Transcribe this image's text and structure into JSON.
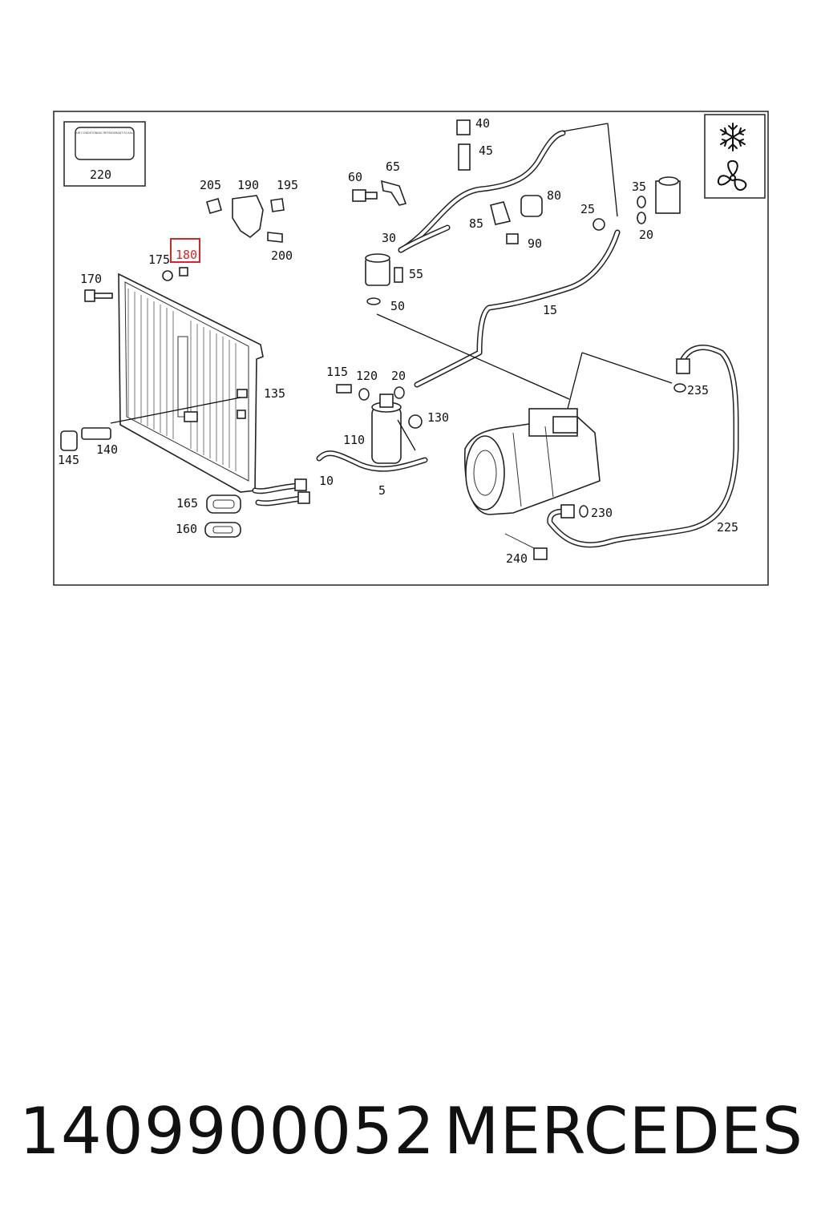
{
  "diagram": {
    "callouts": {
      "c220": "220",
      "c205": "205",
      "c190": "190",
      "c195": "195",
      "c200": "200",
      "c175": "175",
      "c180": "180",
      "c170": "170",
      "c135": "135",
      "c145": "145",
      "c140": "140",
      "c165": "165",
      "c160": "160",
      "c60": "60",
      "c65": "65",
      "c40": "40",
      "c45": "45",
      "c80": "80",
      "c85": "85",
      "c90": "90",
      "c30": "30",
      "c55": "55",
      "c50": "50",
      "c35": "35",
      "c25": "25",
      "c20a": "20",
      "c15": "15",
      "c115": "115",
      "c120": "120",
      "c20b": "20",
      "c130": "130",
      "c110": "110",
      "c5": "5",
      "c10": "10",
      "c235": "235",
      "c230": "230",
      "c225": "225",
      "c240": "240"
    },
    "highlighted_callout": "180",
    "highlight_color": "#d7262b",
    "label_plate_text": "AIR CONDITIONING REFRIGERANT R134a",
    "icons": [
      "snowflake-icon",
      "fan-icon"
    ]
  },
  "footer": {
    "part_number": "1409900052",
    "brand": "MERCEDES"
  }
}
